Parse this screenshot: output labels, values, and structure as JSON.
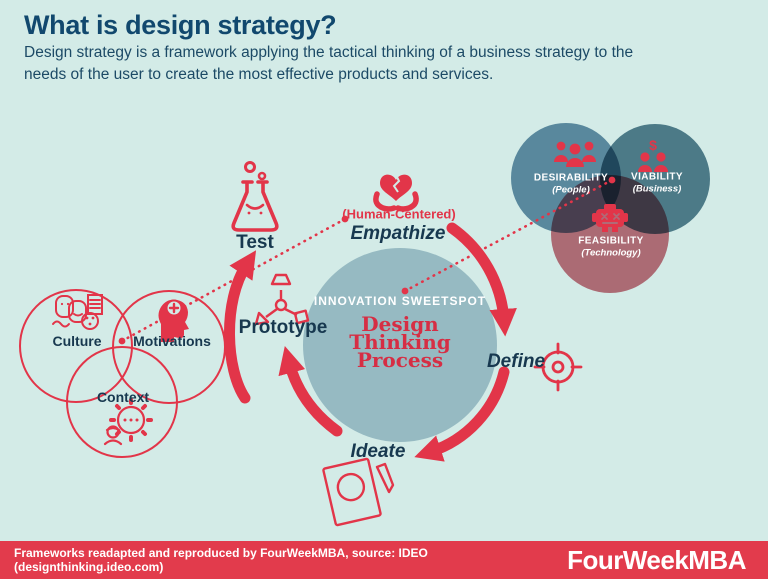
{
  "header": {
    "title": "What is design strategy?",
    "subtitle": "Design strategy is a framework applying the tactical thinking of a business strategy to the needs of the user to create the most effective products and services."
  },
  "center": {
    "sweetspot_label": "INNOVATION SWEETSPOT",
    "title_lines": [
      "Design",
      "Thinking",
      "Process"
    ],
    "title": "Design Thinking Process"
  },
  "process": {
    "stages": [
      {
        "label": "Empathize",
        "sublabel": "(Human-Centered)",
        "icon": "hands-broken-heart-icon"
      },
      {
        "label": "Define",
        "icon": "target-crosshair-icon"
      },
      {
        "label": "Ideate",
        "icon": "sketchpad-pencil-icon"
      },
      {
        "label": "Prototype",
        "icon": "prototype-tool-icon"
      },
      {
        "label": "Test",
        "icon": "flask-icon"
      }
    ]
  },
  "left_venn": {
    "items": [
      {
        "label": "Culture",
        "icon": "theater-masks-book-reel-icon"
      },
      {
        "label": "Motivations",
        "icon": "head-plus-icon"
      },
      {
        "label": "Context",
        "icon": "gear-person-icon"
      }
    ]
  },
  "right_venn": {
    "items": [
      {
        "label": "DESIRABILITY",
        "sublabel": "(People)",
        "icon": "three-people-icon"
      },
      {
        "label": "VIABILITY",
        "sublabel": "(Business)",
        "icon": "dollar-people-icon"
      },
      {
        "label": "FEASIBILITY",
        "sublabel": "(Technology)",
        "icon": "robot-icon"
      }
    ]
  },
  "icons": {
    "dollar_glyph": "$"
  },
  "footer": {
    "credit": "Frameworks readapted and reproduced by FourWeekMBA, source: IDEO (designthinking.ideo.com)",
    "brand": "FourWeekMBA"
  },
  "colors": {
    "background": "#d3ebe7",
    "accent_red": "#e23549",
    "navy": "#11486e",
    "center_circle": "#96bac2",
    "footer_red": "#e23b4c"
  }
}
